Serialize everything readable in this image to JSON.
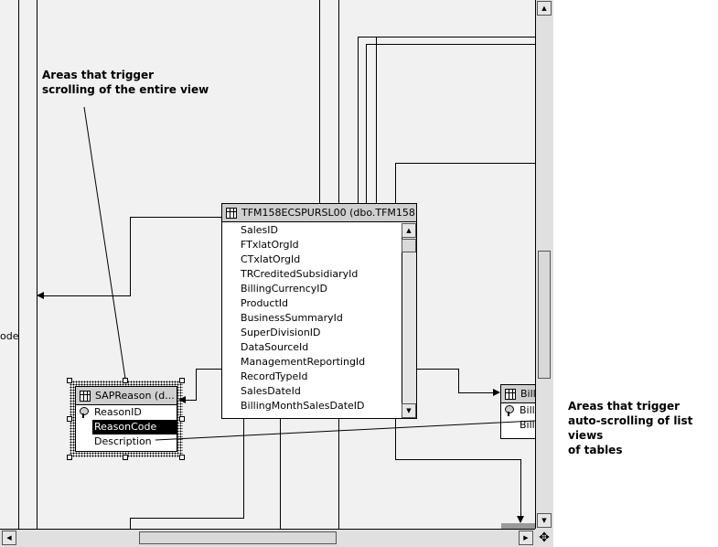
{
  "left_partial_label": "ode",
  "main_table": {
    "title": "TFM158ECSPURSL00  (dbo.TFM158...",
    "columns": [
      "SalesID",
      "FTxlatOrgId",
      "CTxlatOrgId",
      "TRCreditedSubsidiaryId",
      "BillingCurrencyID",
      "ProductId",
      "BusinessSummaryId",
      "SuperDivisionID",
      "DataSourceId",
      "ManagementReportingId",
      "RecordTypeId",
      "SalesDateId",
      "BillingMonthSalesDateID"
    ]
  },
  "sap_table": {
    "title": "SAPReason (d...",
    "columns": [
      {
        "name": "ReasonID",
        "key": true,
        "selected": false
      },
      {
        "name": "ReasonCode",
        "key": false,
        "selected": true
      },
      {
        "name": "Description",
        "key": false,
        "selected": false
      }
    ]
  },
  "billing_table": {
    "title": "Billi",
    "columns": [
      {
        "name": "Billi",
        "key": true
      },
      {
        "name": "Billi",
        "key": false
      }
    ]
  },
  "annotations": {
    "scroll_view": "Areas that trigger\nscrolling of the entire view",
    "auto_scroll": "Areas that trigger\nauto-scrolling of list views\nof tables"
  },
  "icons": {
    "up": "up-arrow-icon",
    "down": "down-arrow-icon",
    "left": "left-arrow-icon",
    "right": "right-arrow-icon",
    "move": "move-cursor-icon",
    "table": "table-grid-icon",
    "key": "primary-key-icon"
  }
}
